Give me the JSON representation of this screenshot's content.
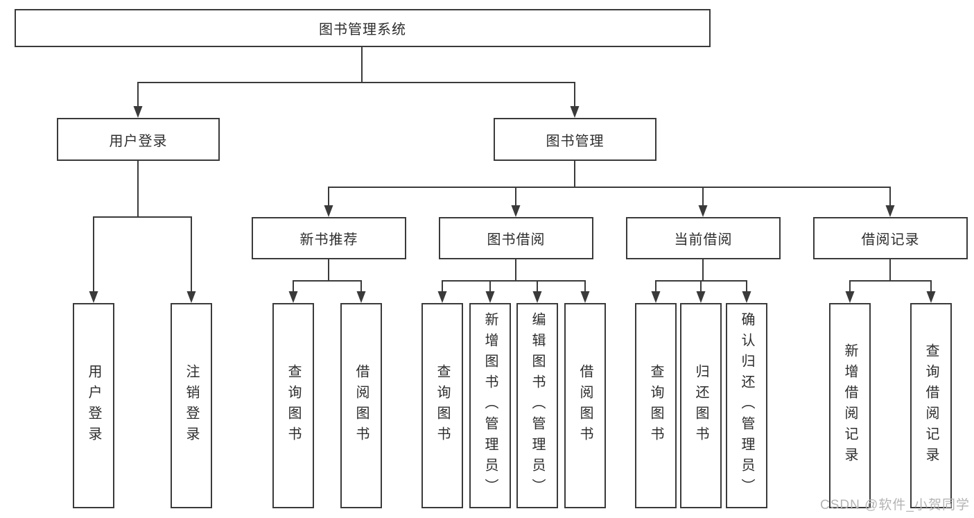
{
  "diagram": {
    "root": {
      "label": "图书管理系统"
    },
    "branches": [
      {
        "label": "用户登录",
        "children": [
          "用户登录",
          "注销登录"
        ]
      },
      {
        "label": "图书管理",
        "children": [
          {
            "label": "新书推荐",
            "children": [
              "查询图书",
              "借阅图书"
            ]
          },
          {
            "label": "图书借阅",
            "children": [
              "查询图书",
              "新增图书（管理员）",
              "编辑图书（管理员）",
              "借阅图书"
            ]
          },
          {
            "label": "当前借阅",
            "children": [
              "查询图书",
              "归还图书",
              "确认归还（管理员）"
            ]
          },
          {
            "label": "借阅记录",
            "children": [
              "新增借阅记录",
              "查询借阅记录"
            ]
          }
        ]
      }
    ],
    "colors": {
      "line": "#3a3a3a",
      "box_border": "#3a3a3a",
      "text": "#2d2d2d",
      "watermark": "#b4b4b4",
      "background": "#ffffff"
    },
    "watermark": "CSDN @软件_小贺同学"
  }
}
